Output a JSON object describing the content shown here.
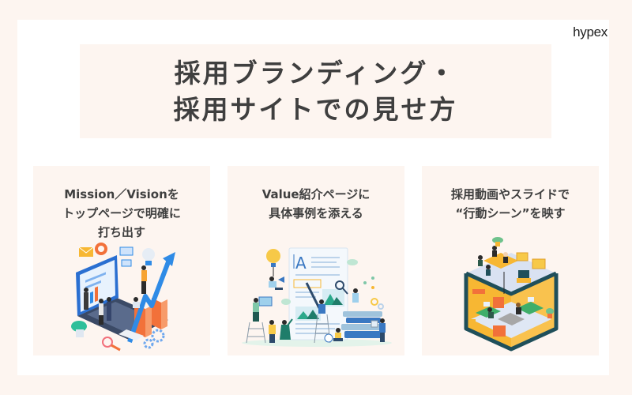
{
  "brand": {
    "logo_text": "hypex"
  },
  "title": {
    "lines": [
      "採用ブランディング・",
      "採用サイトでの見せ方"
    ]
  },
  "cards": [
    {
      "lines": [
        "Mission／Visionを",
        "トップページで明確に",
        "打ち出す"
      ],
      "illustration": "laptop-growth-chart-illustration"
    },
    {
      "lines": [
        "Value紹介ページに",
        "具体事例を添える"
      ],
      "illustration": "document-editing-team-illustration"
    },
    {
      "lines": [
        "採用動画やスライドで",
        "“行動シーン”を映す"
      ],
      "illustration": "isometric-office-cube-illustration"
    }
  ],
  "colors": {
    "page_background": "#fdf5f0",
    "sheet_background": "#ffffff",
    "panel_background": "#fdf5f0",
    "text": "#3f3f3f",
    "accent_blue": "#2f8be6",
    "accent_orange": "#f2713a",
    "accent_yellow": "#f7b733",
    "accent_teal": "#1f4f5a"
  }
}
